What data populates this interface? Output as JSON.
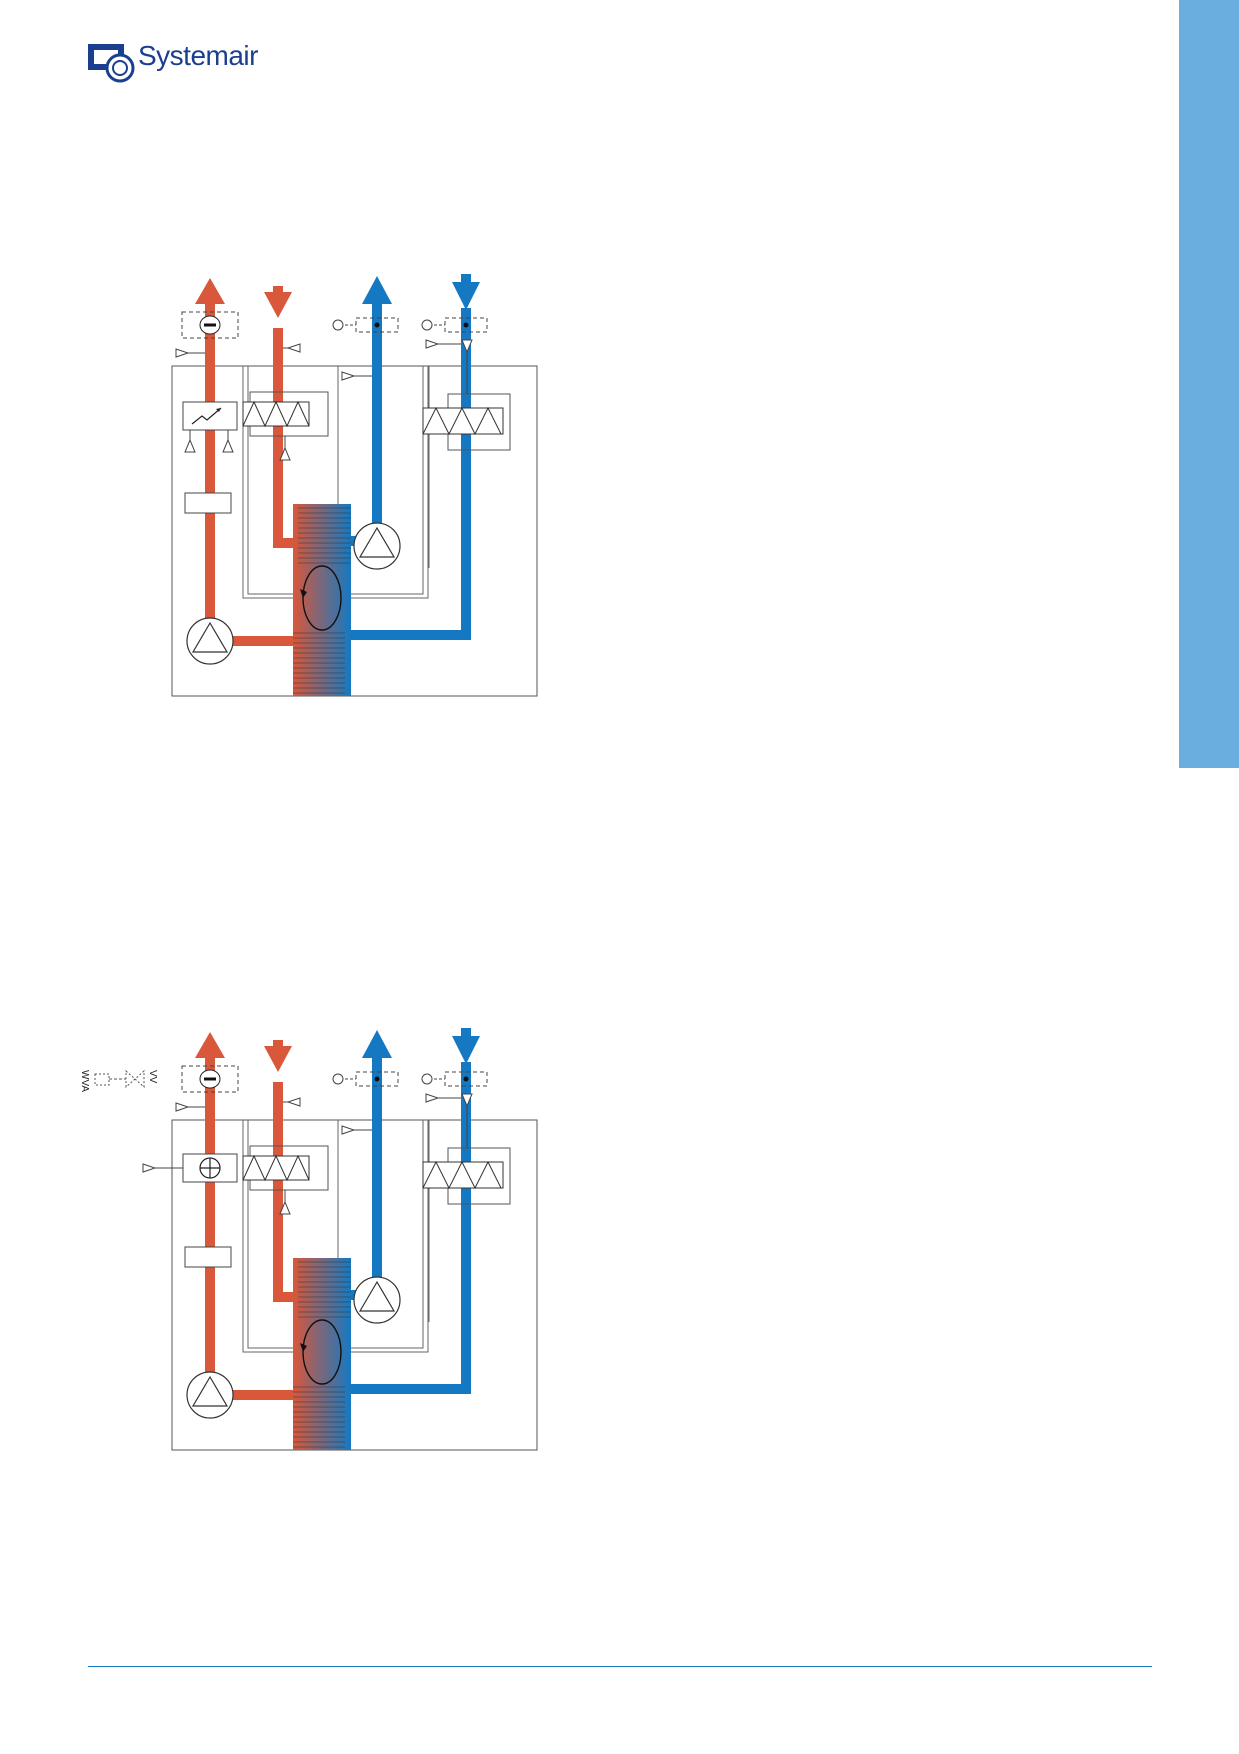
{
  "brand": {
    "name": "Systemair",
    "logo_icon": "systemair-logo-icon"
  },
  "colors": {
    "warm": "#d9573a",
    "cold": "#1479c2",
    "side_tab": "#6aaee0",
    "outline": "#555555",
    "footer_rule": "#1479c2"
  },
  "diagrams": [
    {
      "id": "diagram-1",
      "variant": "electric-heater"
    },
    {
      "id": "diagram-2",
      "variant": "water-heater"
    }
  ],
  "valve": {
    "left_label": "WVA",
    "right_label": "VV"
  }
}
